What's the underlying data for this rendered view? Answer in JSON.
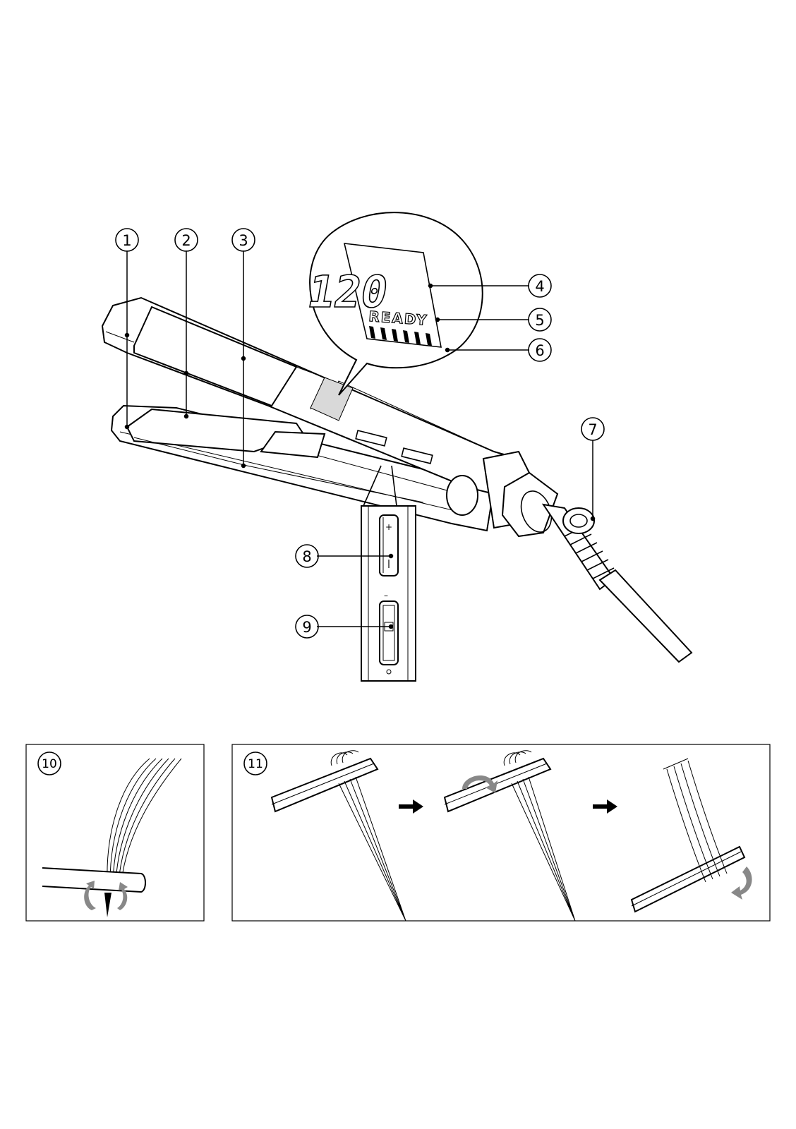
{
  "display": {
    "temperature": "120",
    "status": "READY"
  },
  "callouts": [
    {
      "id": "1"
    },
    {
      "id": "2"
    },
    {
      "id": "3"
    },
    {
      "id": "4"
    },
    {
      "id": "5"
    },
    {
      "id": "6"
    },
    {
      "id": "7"
    },
    {
      "id": "8"
    },
    {
      "id": "9"
    },
    {
      "id": "10"
    },
    {
      "id": "11"
    }
  ],
  "controls": {
    "plus_symbol": "+",
    "minus_symbol": "–"
  },
  "icons": [
    "arrow-right-icon",
    "rotate-arrow-icon"
  ],
  "colors": {
    "line": "#000000",
    "highlight": "#d9d9d9",
    "arrow": "#888888"
  }
}
